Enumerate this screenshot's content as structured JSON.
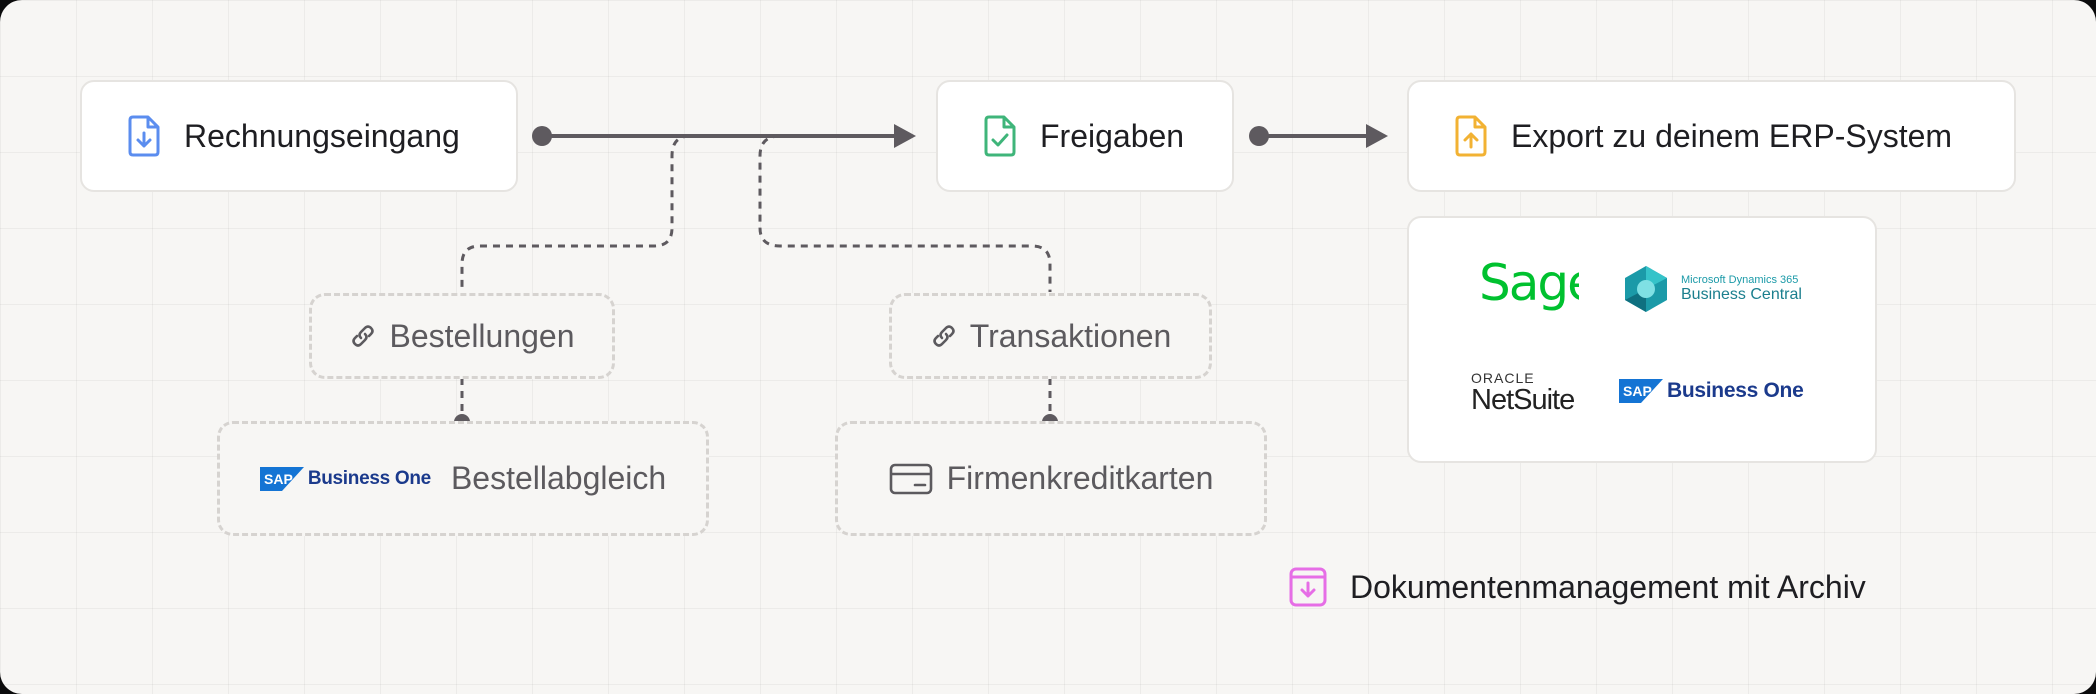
{
  "nodes": {
    "invoice_inbox": "Rechnungseingang",
    "approvals": "Freigaben",
    "export": "Export zu deinem ERP-System",
    "orders": "Bestellungen",
    "transactions": "Transaktionen",
    "order_matching": "Bestellabgleich",
    "credit_cards": "Firmenkreditkarten",
    "document_management": "Dokumentenmanagement mit Archiv"
  },
  "logos": {
    "sage": "Sage",
    "ms_dynamics_top": "Microsoft Dynamics 365",
    "ms_dynamics_bottom": "Business Central",
    "oracle": "ORACLE",
    "netsuite": "NetSuite",
    "sap": "SAP",
    "sap_business_one": "Business One"
  },
  "colors": {
    "inbox_icon": "#5b8def",
    "approvals_icon": "#3fb57a",
    "export_icon": "#f2b233",
    "docs_icon": "#e66ee6",
    "sage_green": "#00c12f",
    "dynamics_teal": "#1b9aa8",
    "sap_blue": "#1b3a8c",
    "connector": "#5e5a5f"
  },
  "icons": [
    "file-download-icon",
    "file-check-icon",
    "file-upload-icon",
    "link-icon",
    "credit-card-icon",
    "archive-download-icon"
  ]
}
